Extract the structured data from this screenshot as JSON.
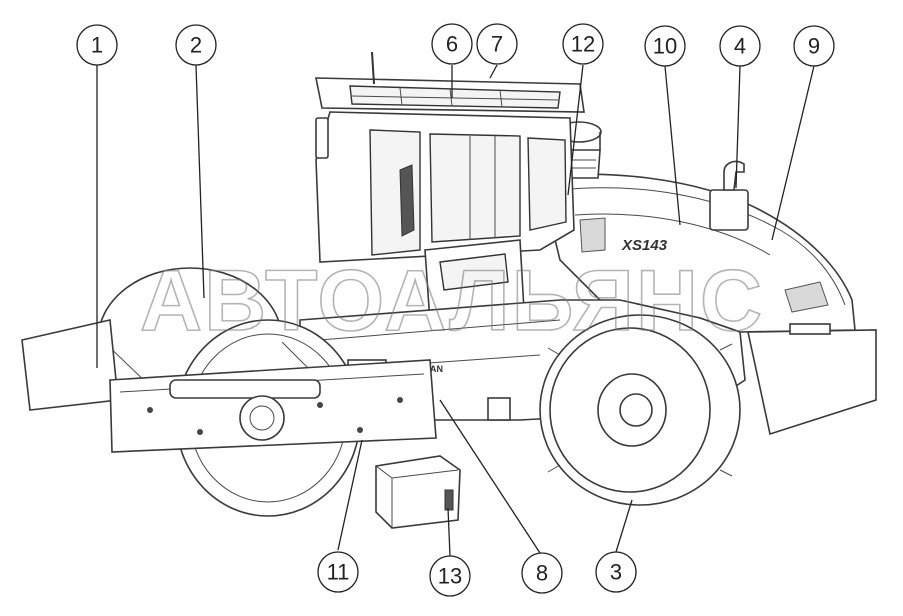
{
  "diagram": {
    "model_label": "XS143",
    "brand_label": "AN",
    "watermark": "АВТОАЛЬЯНС",
    "callouts": [
      {
        "id": "c1",
        "label": "1"
      },
      {
        "id": "c2",
        "label": "2"
      },
      {
        "id": "c6",
        "label": "6"
      },
      {
        "id": "c7",
        "label": "7"
      },
      {
        "id": "c12",
        "label": "12"
      },
      {
        "id": "c10",
        "label": "10"
      },
      {
        "id": "c4",
        "label": "4"
      },
      {
        "id": "c9",
        "label": "9"
      },
      {
        "id": "c11",
        "label": "11"
      },
      {
        "id": "c13",
        "label": "13"
      },
      {
        "id": "c8",
        "label": "8"
      },
      {
        "id": "c3",
        "label": "3"
      }
    ]
  }
}
